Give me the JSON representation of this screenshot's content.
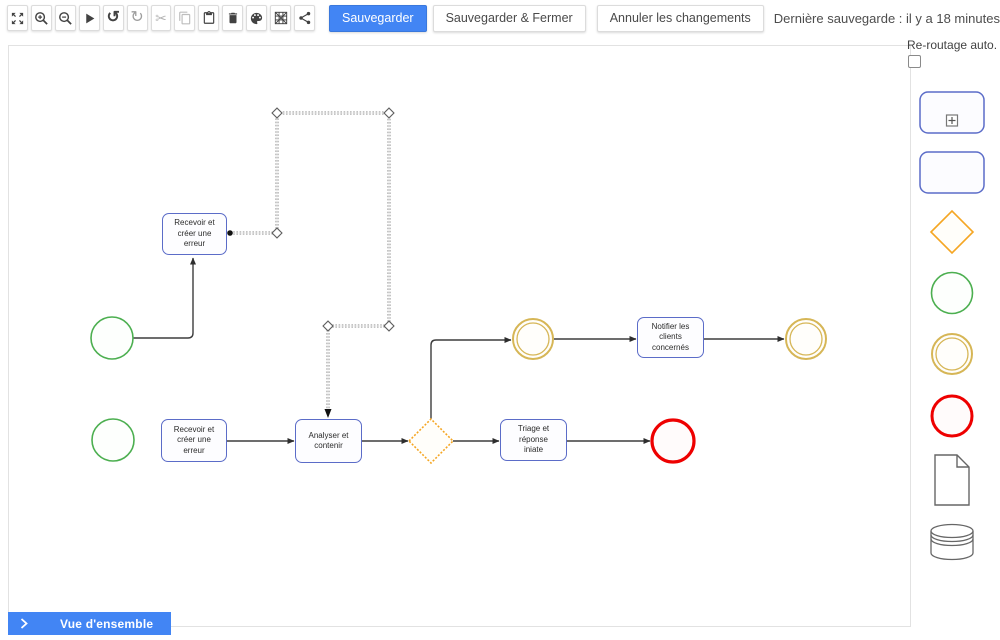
{
  "toolbar": {
    "icons": [
      "fit-to-screen",
      "zoom-in",
      "zoom-out",
      "run",
      "undo",
      "redo",
      "cut",
      "copy",
      "paste",
      "delete",
      "color-palette",
      "grid",
      "share"
    ],
    "buttons": {
      "save": "Sauvegarder",
      "save_and_close": "Sauvegarder & Fermer",
      "cancel_changes": "Annuler les changements"
    },
    "status": "Dernière sauvegarde : il y a 18 minutes"
  },
  "panel": {
    "auto_reroute_label": "Re-routage auto.",
    "auto_reroute_checked": false,
    "shapes": [
      "task-with-subprocess",
      "task",
      "gateway-diamond",
      "event-green",
      "event-yellow-double",
      "event-red",
      "document",
      "database"
    ]
  },
  "diagram": {
    "nodes": {
      "receive_error_top": "Recevoir et\ncréer une\nerreur",
      "receive_error_bottom": "Recevoir et\ncréer une\nerreur",
      "analyze_contain": "Analyser et\ncontenir",
      "triage_response": "Triage et\nréponse\niniate",
      "notify_clients": "Notifier les\nclients\nconcernés"
    },
    "events": [
      "start-green-1",
      "start-green-2",
      "intermediate-yellow-1",
      "intermediate-yellow-2",
      "end-red"
    ],
    "selected_edge": "receive-error-to-analyze"
  },
  "overview": {
    "label": "Vue d'ensemble"
  },
  "colors": {
    "accent_blue": "#4285f4",
    "task_border": "#5b6cc8",
    "gateway_orange": "#f5a623",
    "event_green": "#4caf50",
    "event_yellow": "#d6b656",
    "event_red": "#ee0000",
    "edge": "#3d3d3d"
  }
}
